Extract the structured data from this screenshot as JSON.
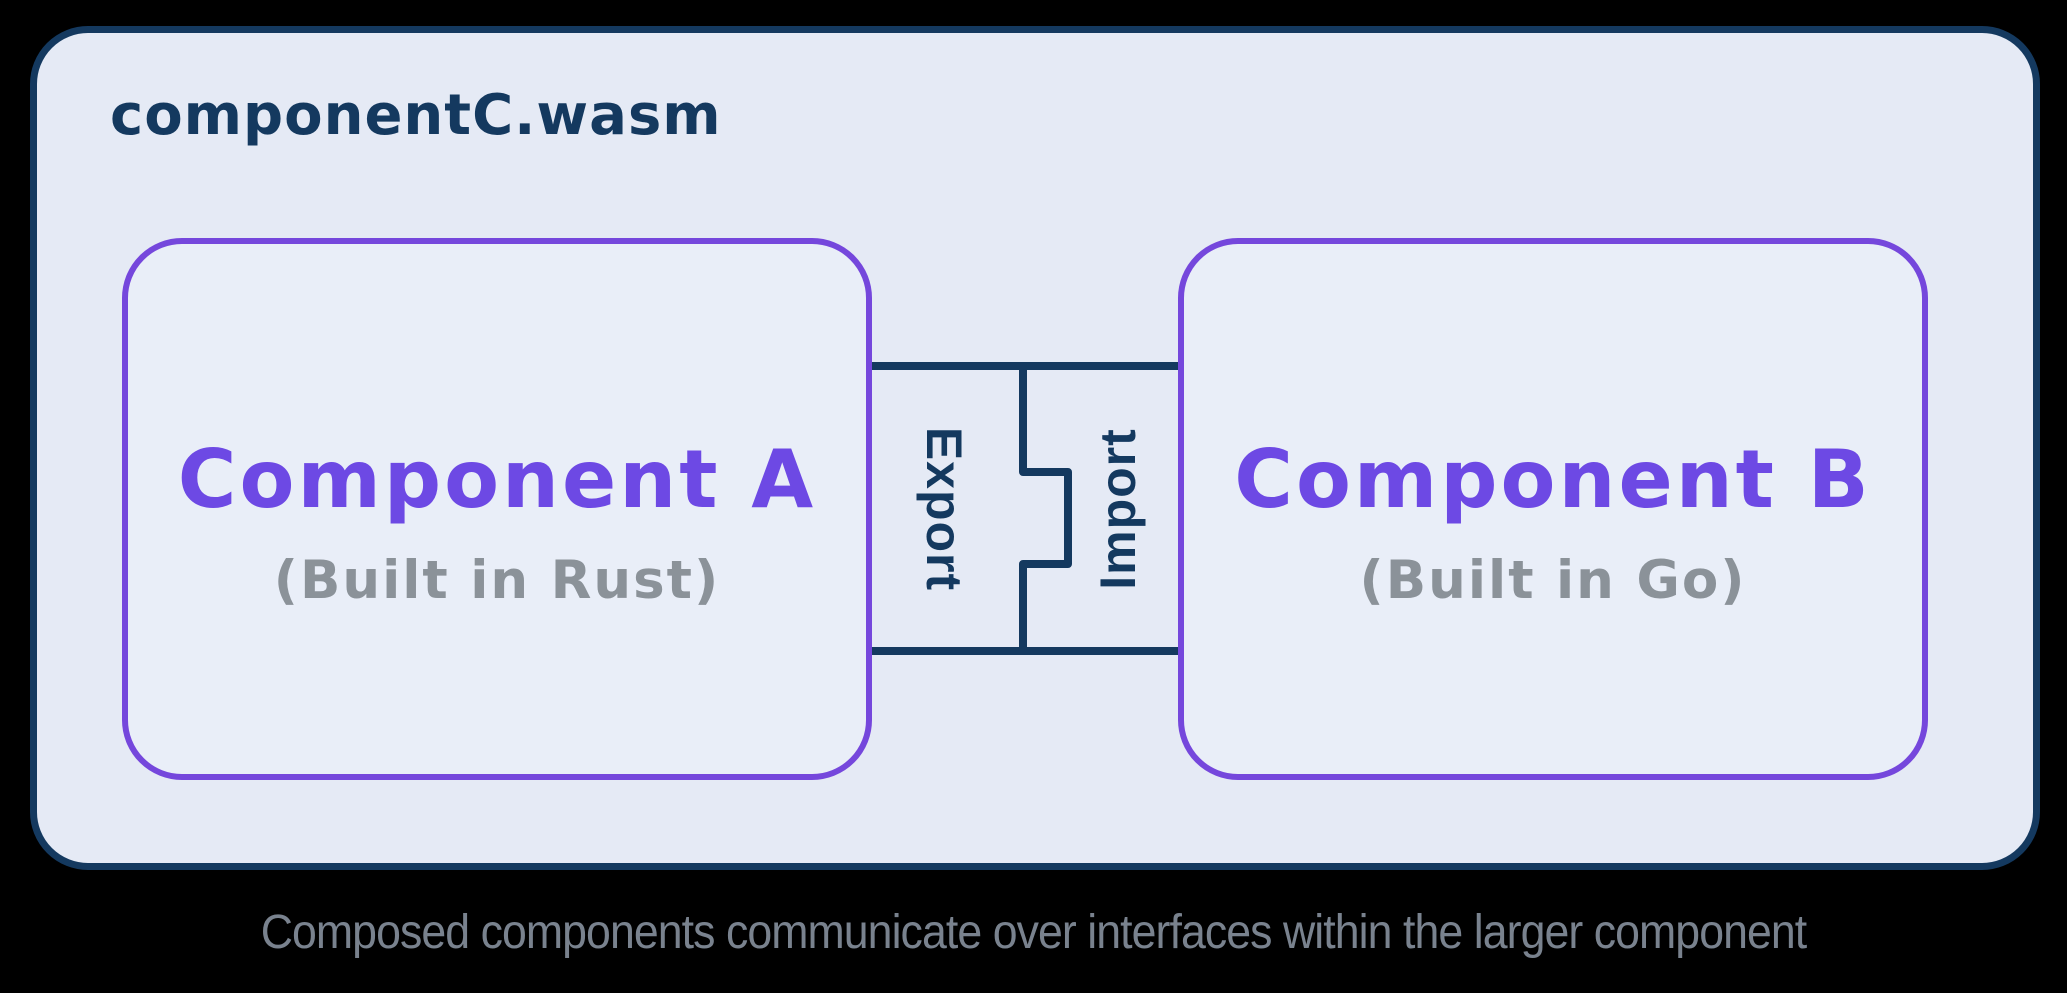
{
  "page": {
    "background": "#000000"
  },
  "colors": {
    "page_bg": "#000000",
    "navy": "#14395f",
    "purple": "#7547dc",
    "purple_text": "#6d49e4",
    "gray_text": "#8b9299",
    "container_fill": "#e5eaf5",
    "box_fill": "#e9eef8",
    "caption_gray": "#79828e"
  },
  "diagram": {
    "title": "componentC.wasm",
    "component_a": {
      "name": "Component A",
      "subtitle": "(Built in Rust)"
    },
    "component_b": {
      "name": "Component B",
      "subtitle": "(Built in Go)"
    },
    "connector": {
      "export_label": "Export",
      "import_label": "Import"
    }
  },
  "caption": "Composed components communicate over interfaces within the larger component"
}
